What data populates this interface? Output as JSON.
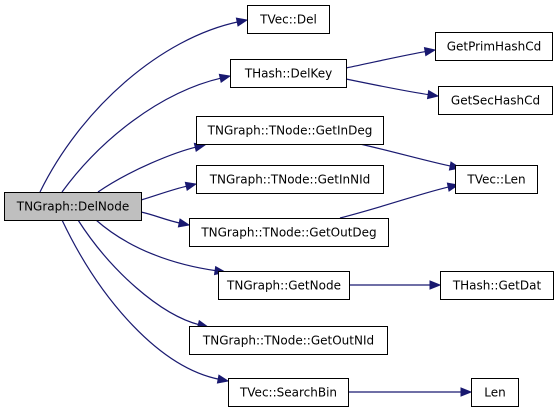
{
  "diagram": {
    "type": "call-graph",
    "colors": {
      "edge": "#191970",
      "root_fill": "#bfbfbf",
      "node_fill": "#ffffff",
      "node_border": "#000000"
    },
    "nodes": [
      {
        "id": "delnode",
        "label": "TNGraph::DelNode",
        "root": true
      },
      {
        "id": "tvec_del",
        "label": "TVec::Del"
      },
      {
        "id": "thash_delkey",
        "label": "THash::DelKey"
      },
      {
        "id": "getprimhashcd",
        "label": "GetPrimHashCd"
      },
      {
        "id": "getsechashcd",
        "label": "GetSecHashCd"
      },
      {
        "id": "getindeg",
        "label": "TNGraph::TNode::GetInDeg"
      },
      {
        "id": "tvec_len",
        "label": "TVec::Len"
      },
      {
        "id": "getinnid",
        "label": "TNGraph::TNode::GetInNId"
      },
      {
        "id": "getoutdeg",
        "label": "TNGraph::TNode::GetOutDeg"
      },
      {
        "id": "getnode",
        "label": "TNGraph::GetNode"
      },
      {
        "id": "thash_getdat",
        "label": "THash::GetDat"
      },
      {
        "id": "getoutnid",
        "label": "TNGraph::TNode::GetOutNId"
      },
      {
        "id": "searchbin",
        "label": "TVec::SearchBin"
      },
      {
        "id": "len",
        "label": "Len"
      }
    ],
    "edges": [
      {
        "from": "delnode",
        "to": "tvec_del"
      },
      {
        "from": "delnode",
        "to": "thash_delkey"
      },
      {
        "from": "delnode",
        "to": "getindeg"
      },
      {
        "from": "delnode",
        "to": "getinnid"
      },
      {
        "from": "delnode",
        "to": "getoutdeg"
      },
      {
        "from": "delnode",
        "to": "getnode"
      },
      {
        "from": "delnode",
        "to": "getoutnid"
      },
      {
        "from": "delnode",
        "to": "searchbin"
      },
      {
        "from": "thash_delkey",
        "to": "getprimhashcd"
      },
      {
        "from": "thash_delkey",
        "to": "getsechashcd"
      },
      {
        "from": "getindeg",
        "to": "tvec_len"
      },
      {
        "from": "getoutdeg",
        "to": "tvec_len"
      },
      {
        "from": "getnode",
        "to": "thash_getdat"
      },
      {
        "from": "searchbin",
        "to": "len"
      }
    ]
  }
}
